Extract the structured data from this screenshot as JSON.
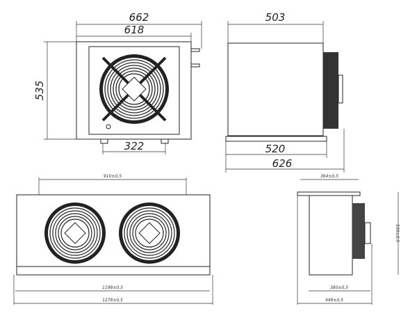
{
  "front_view": {
    "width_outer": "662",
    "width_inner": "618",
    "height": "535",
    "feet_spacing": "322"
  },
  "side_view": {
    "depth": "503",
    "base_depth": "520",
    "overall_depth": "626"
  },
  "twin_fan_front_view": {
    "mount_spacing": "910±0,5",
    "base_length": "1198±0,5",
    "overall_length": "1278±0,5"
  },
  "twin_fan_side_view": {
    "top_width": "364±0,5",
    "height": "530±0,5",
    "base_width": "380±0,5",
    "overall_width": "449±0,5"
  }
}
